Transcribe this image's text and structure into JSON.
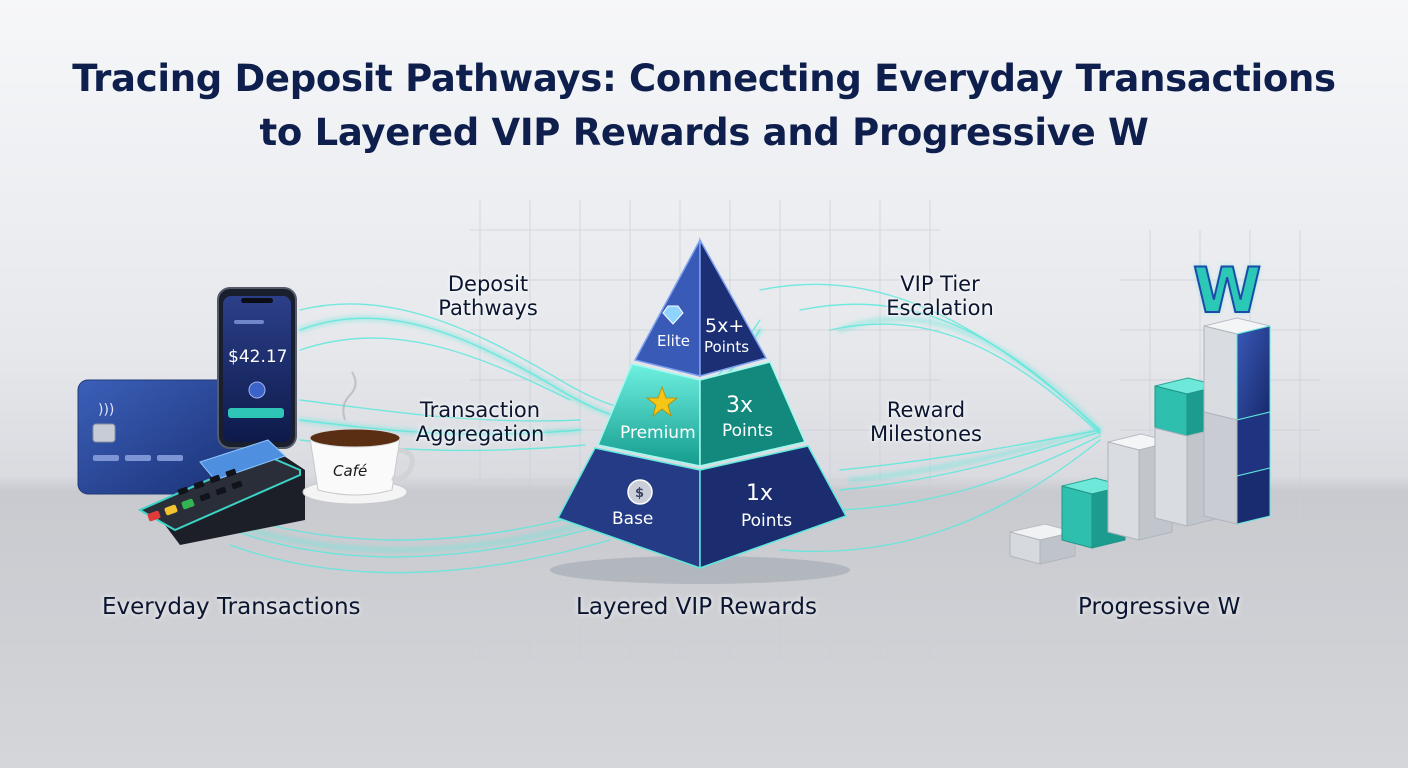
{
  "title": {
    "line1": "Tracing Deposit Pathways: Connecting Everyday Transactions",
    "line2": "to Layered VIP Rewards and Progressive W"
  },
  "flow_labels": {
    "deposit_line1": "Deposit",
    "deposit_line2": "Pathways",
    "aggregation_line1": "Transaction",
    "aggregation_line2": "Aggregation",
    "vip_line1": "VIP Tier",
    "vip_line2": "Escalation",
    "reward_line1": "Reward",
    "reward_line2": "Milestones"
  },
  "phone": {
    "amount": "$42.17"
  },
  "cup": {
    "brand": "Café"
  },
  "pyramid": {
    "tiers": [
      {
        "name": "Elite",
        "multiplier": "5x+",
        "unit": "Points"
      },
      {
        "name": "Premium",
        "multiplier": "3x",
        "unit": "Points"
      },
      {
        "name": "Base",
        "multiplier": "1x",
        "unit": "Points"
      }
    ]
  },
  "progress": {
    "letter": "W"
  },
  "captions": {
    "left": "Everyday Transactions",
    "center": "Layered VIP Rewards",
    "right": "Progressive W"
  },
  "colors": {
    "navy": "#0f1f4d",
    "teal": "#2ec4b6",
    "glow": "#7ef9f0",
    "card": "#2c4a9a"
  }
}
